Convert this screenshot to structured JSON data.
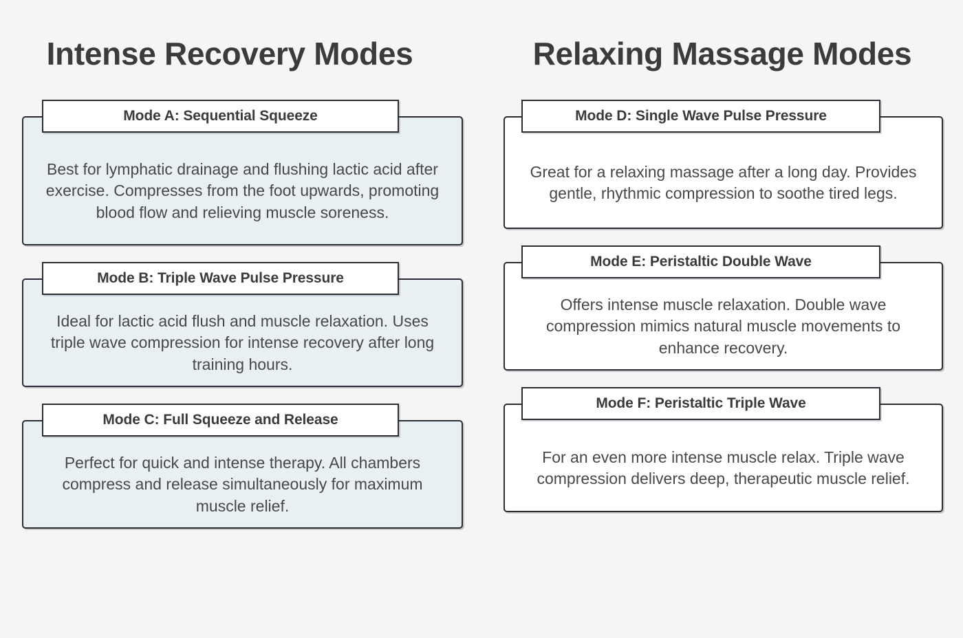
{
  "page": {
    "background_color": "#f5f5f5",
    "border_color": "#2b2b33"
  },
  "columns": [
    {
      "id": "intense-recovery",
      "title": "Intense Recovery Modes",
      "card_background": "#e9f0f3",
      "cards": [
        {
          "header": "Mode A: Sequential Squeeze",
          "body": "Best for lymphatic drainage and flushing lactic acid after exercise. Compresses from the foot upwards, promoting blood flow and relieving muscle soreness."
        },
        {
          "header": "Mode B: Triple Wave Pulse Pressure",
          "body": "Ideal for lactic acid flush and muscle relaxation. Uses triple wave compression for intense recovery after long training hours."
        },
        {
          "header": "Mode C: Full Squeeze and Release",
          "body": "Perfect for quick and intense therapy. All chambers compress and release simultaneously for maximum muscle relief."
        }
      ]
    },
    {
      "id": "relaxing-massage",
      "title": "Relaxing Massage Modes",
      "card_background": "#ffffff",
      "cards": [
        {
          "header": "Mode D: Single Wave Pulse Pressure",
          "body": "Great for a relaxing massage after a long day. Provides gentle, rhythmic compression to soothe tired legs."
        },
        {
          "header": "Mode E: Peristaltic Double Wave",
          "body": "Offers intense muscle relaxation. Double wave compression mimics natural muscle movements to enhance recovery."
        },
        {
          "header": "Mode F: Peristaltic Triple Wave",
          "body": "For an even more intense muscle relax. Triple wave compression delivers deep, therapeutic muscle relief."
        }
      ]
    }
  ]
}
